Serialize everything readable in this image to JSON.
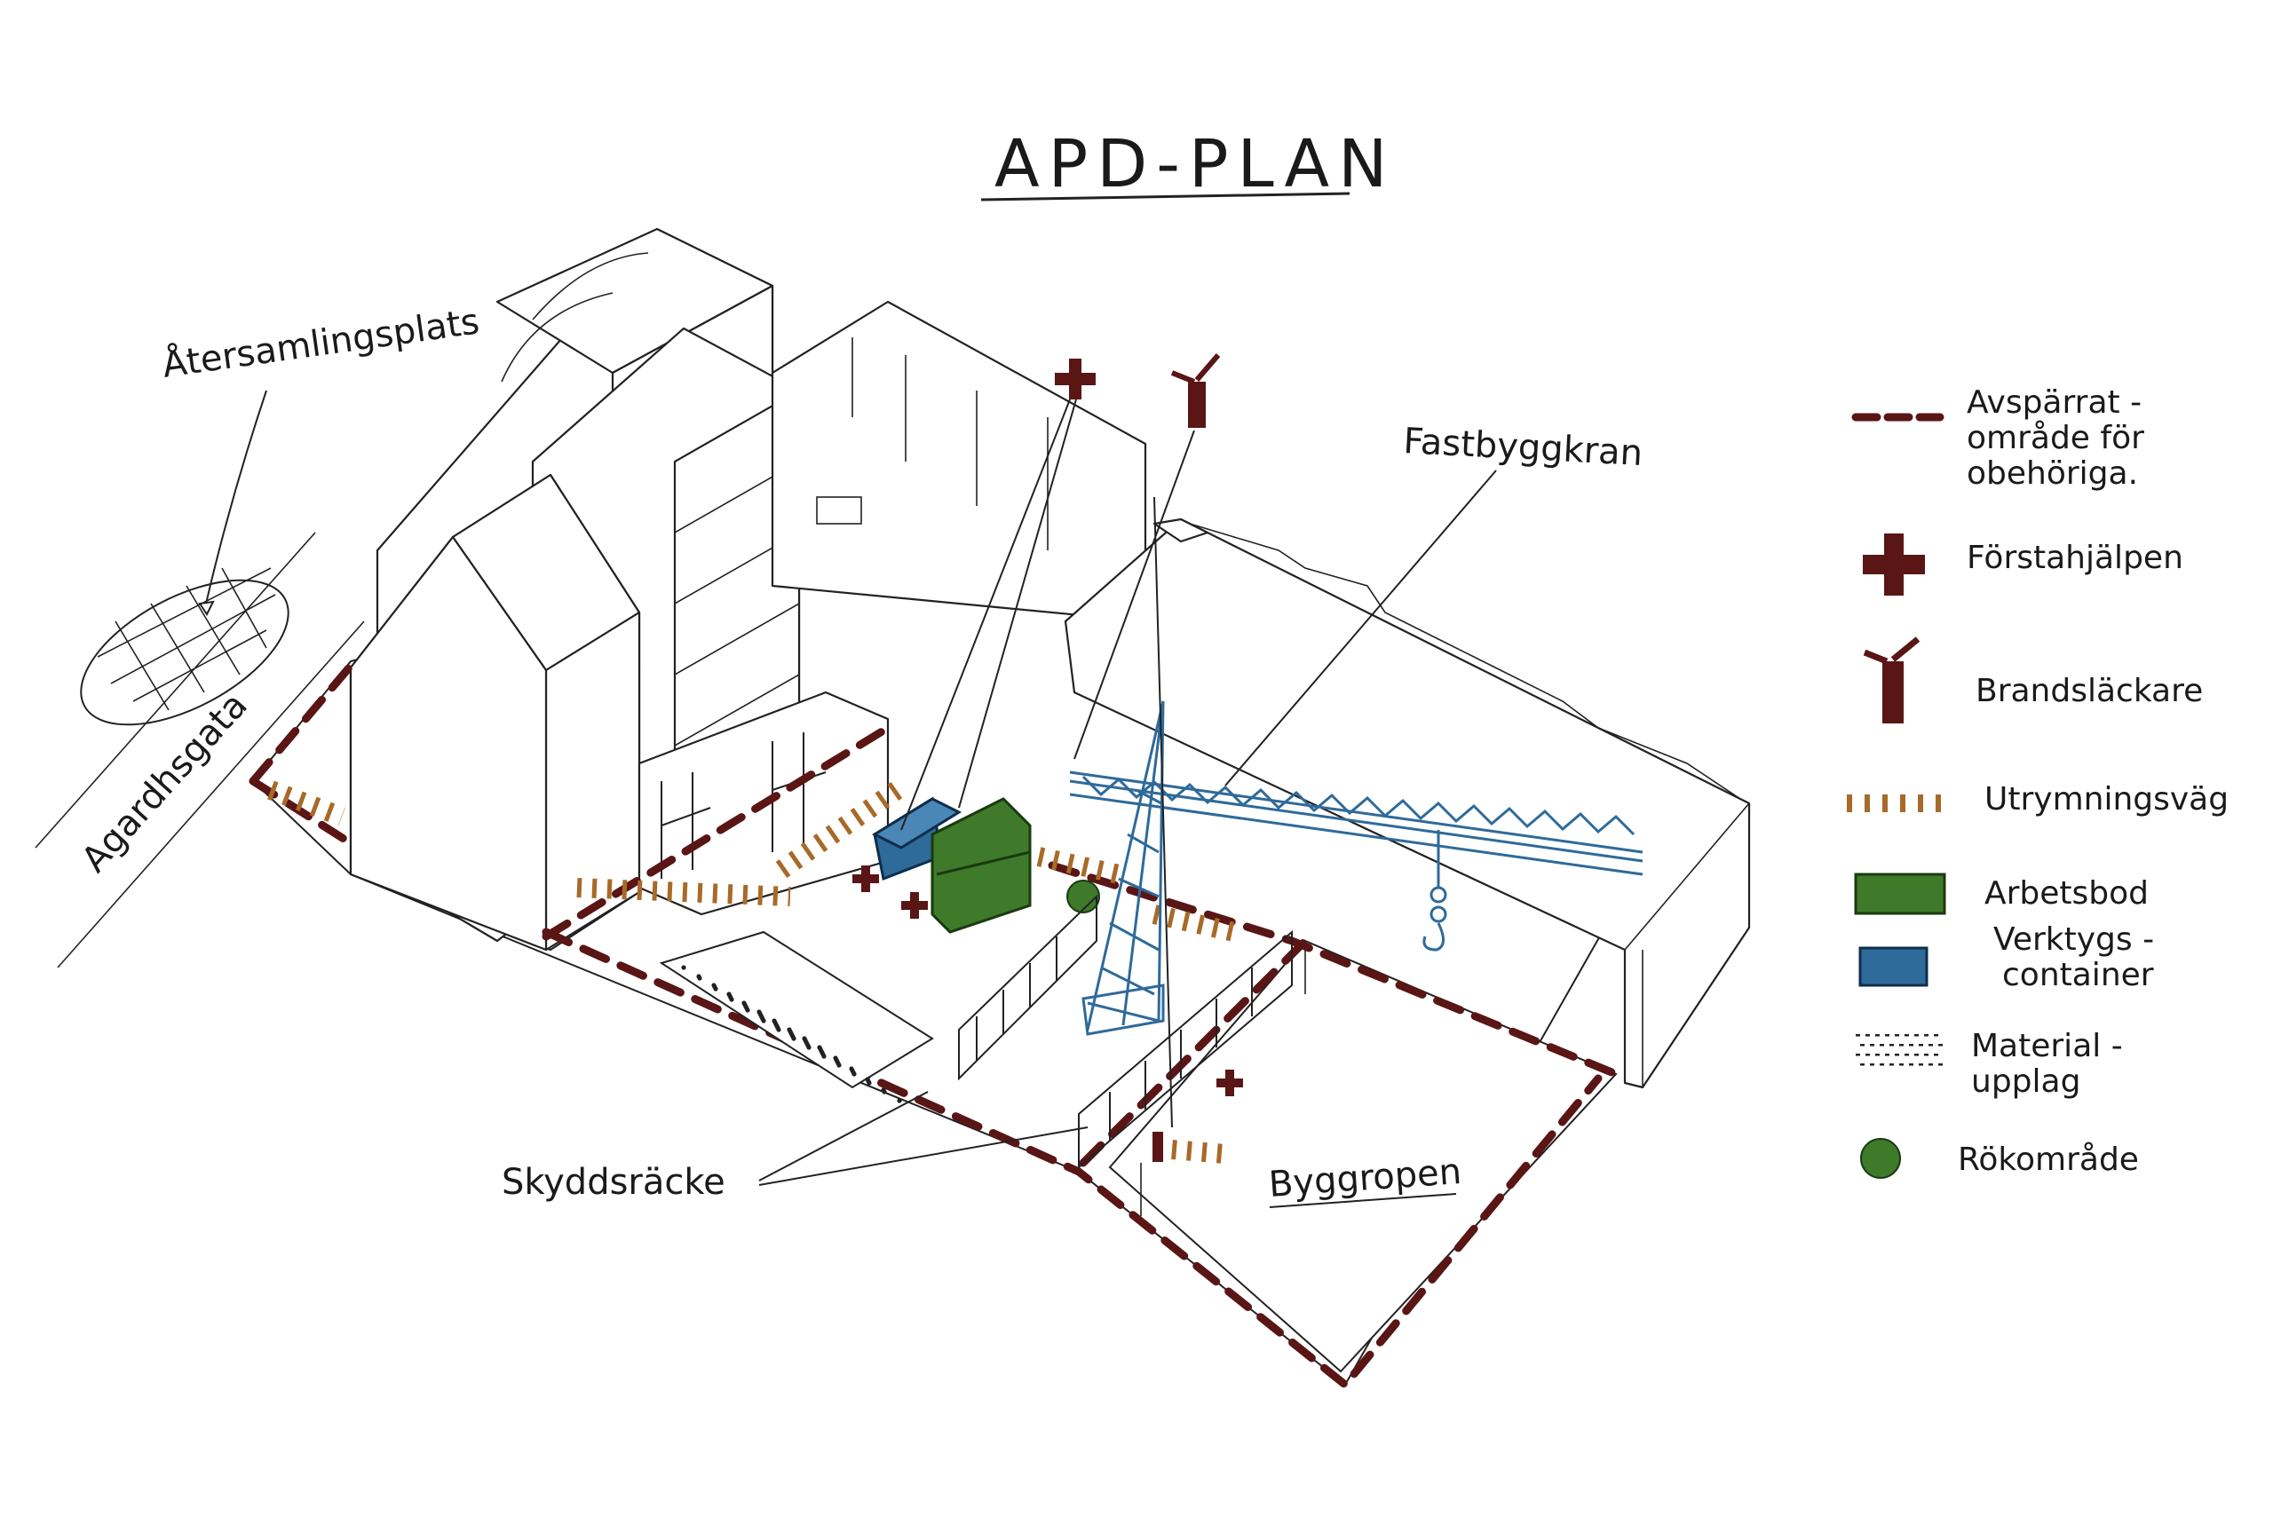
{
  "title": "APD-PLAN",
  "labels": {
    "assembly_point": "Återsamlingsplats",
    "street": "Agardhsgata",
    "crane": "Fastbyggkran",
    "guard_rail": "Skyddsräcke",
    "pit": "Byggropen"
  },
  "legend": [
    {
      "icon": "dashed-line",
      "text_lines": [
        "Avspärrat -",
        "område för",
        "obehöriga."
      ]
    },
    {
      "icon": "first-aid-cross",
      "text_lines": [
        "Förstahjälpen"
      ]
    },
    {
      "icon": "fire-extinguisher",
      "text_lines": [
        "Brandsläckare"
      ]
    },
    {
      "icon": "hatched-line",
      "text_lines": [
        "Utrymningsväg"
      ]
    },
    {
      "icon": "green-box",
      "text_lines": [
        "Arbetsbod"
      ]
    },
    {
      "icon": "blue-box",
      "text_lines": [
        "Verktygs -",
        "container"
      ]
    },
    {
      "icon": "dot-pattern",
      "text_lines": [
        "Material -",
        "upplag"
      ]
    },
    {
      "icon": "green-dot",
      "text_lines": [
        "Rökområde"
      ]
    }
  ],
  "colors": {
    "fence": "#5a1515",
    "first_aid": "#5a1515",
    "extinguisher": "#5a1515",
    "escape": "#a86a28",
    "work_shed": "#3e7a2a",
    "tool_container": "#2e6a9a",
    "smoking": "#3e7a2a",
    "crane": "#2e6a9a"
  }
}
